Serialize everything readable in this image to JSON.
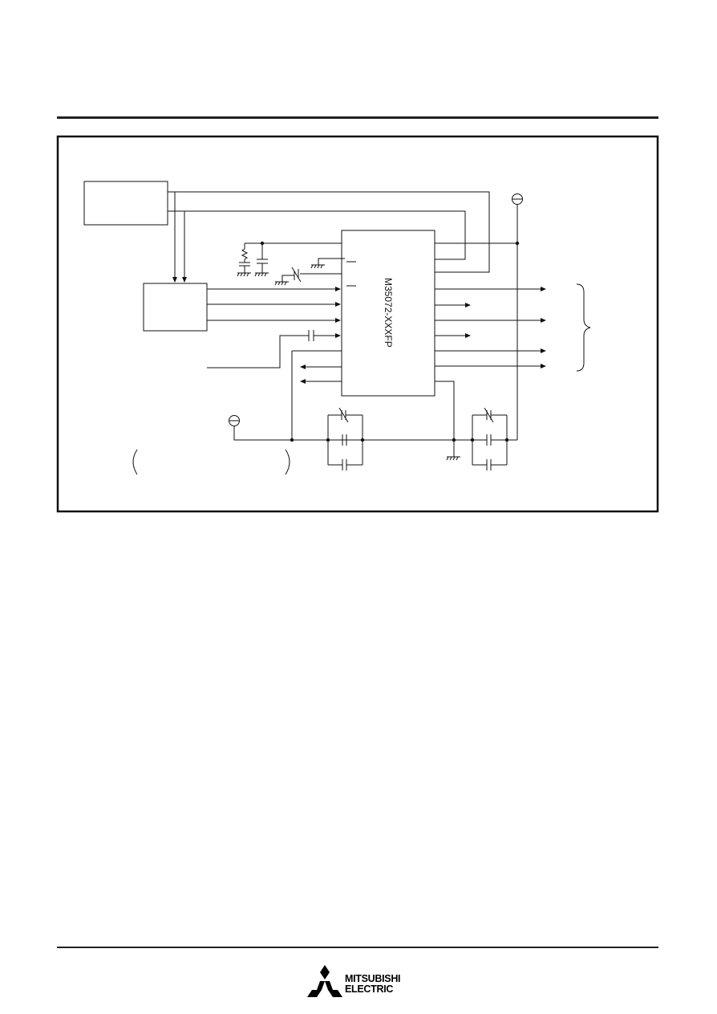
{
  "diagram": {
    "chip_label": "M35072-XXXFP"
  },
  "footer": {
    "brand_line1": "MITSUBISHI",
    "brand_line2": "ELECTRIC",
    "logo_icon": "three-diamonds-logo-icon"
  },
  "colors": {
    "ink": "#111111",
    "rule": "#222222",
    "background": "#ffffff"
  }
}
